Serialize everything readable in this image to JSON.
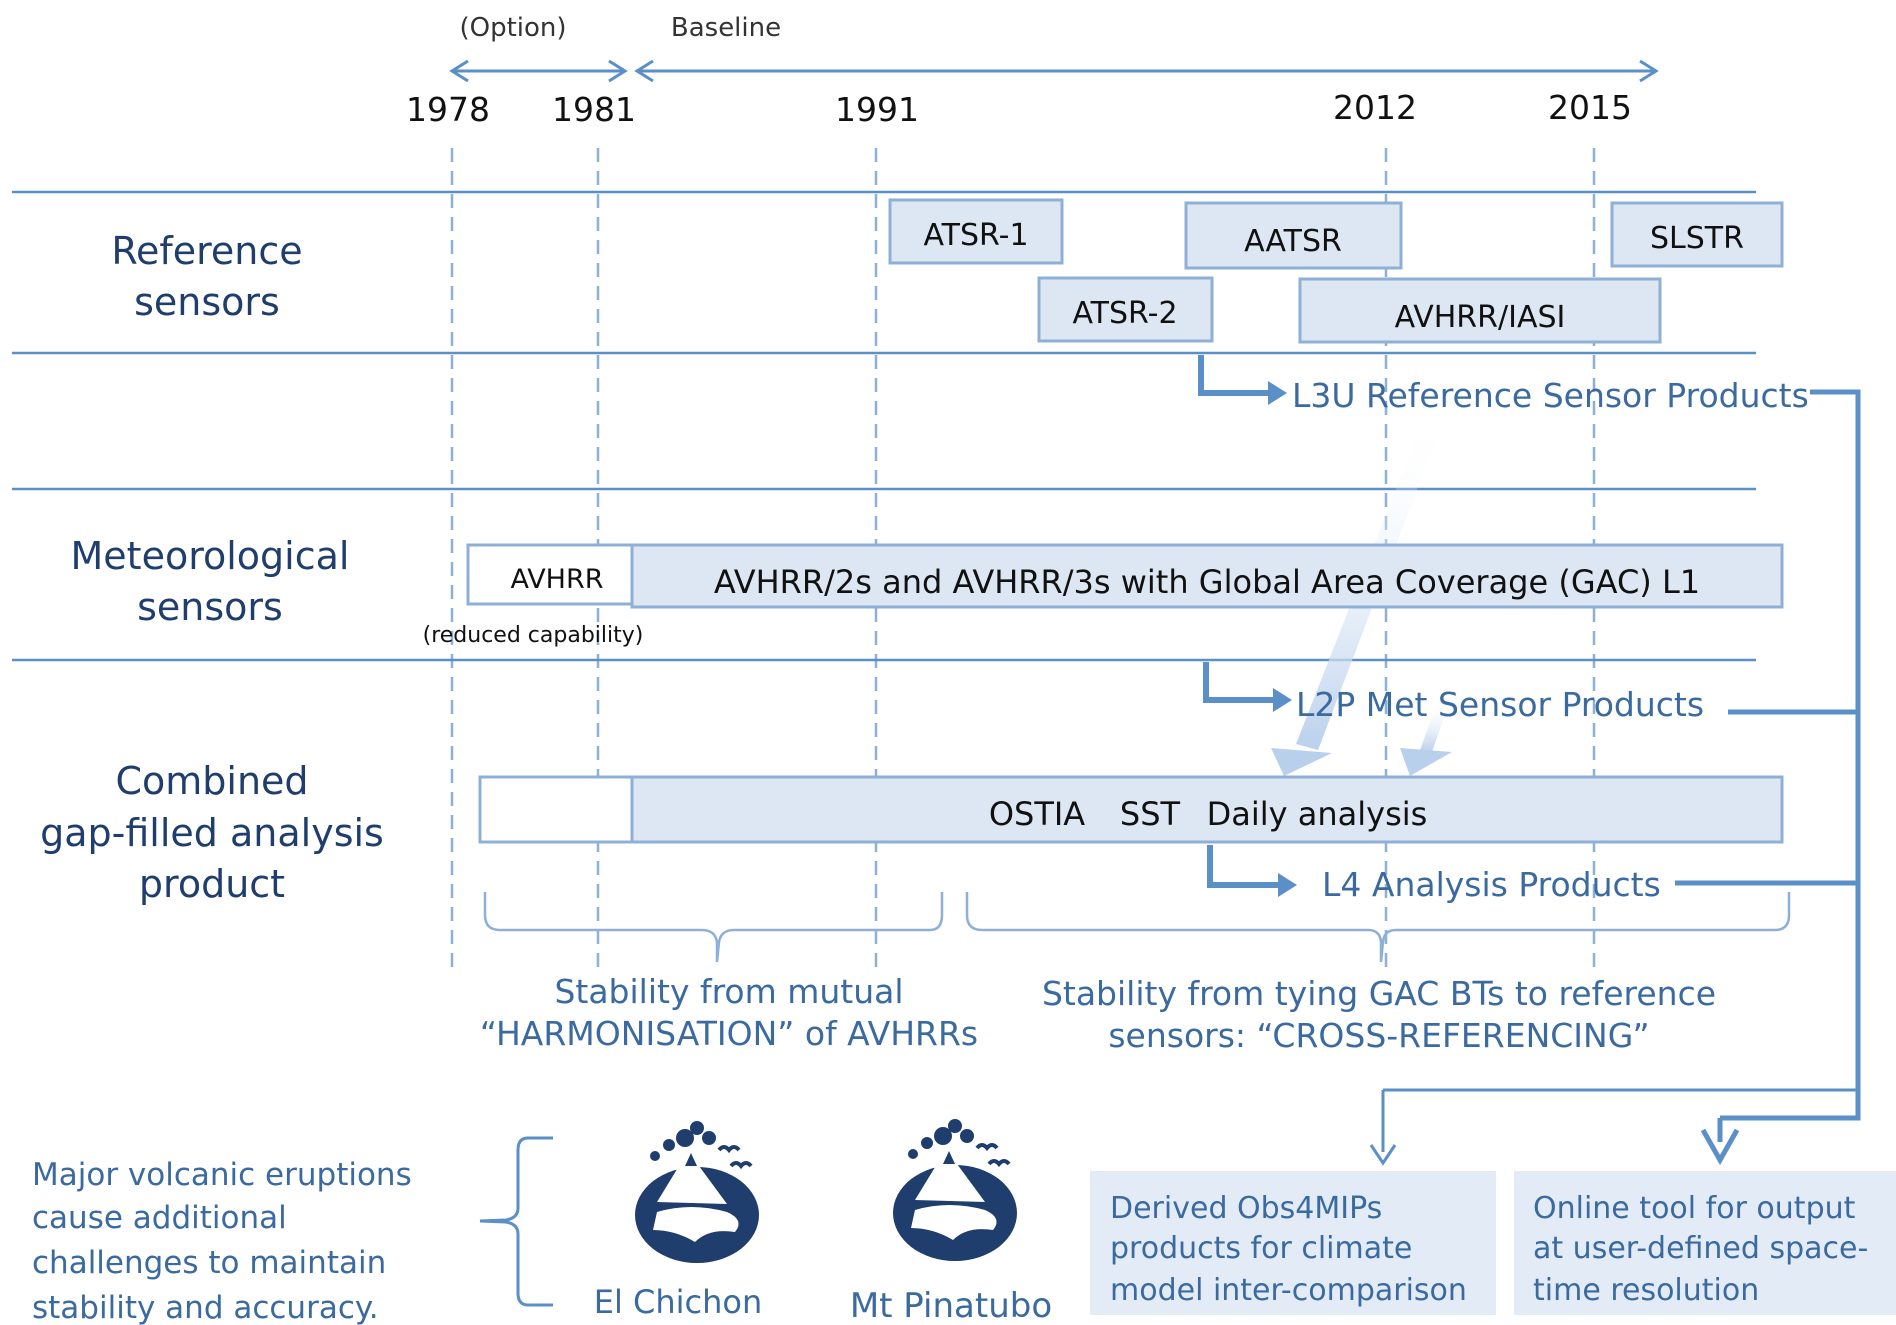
{
  "timeline": {
    "option_label": "(Option)",
    "baseline_label": "Baseline",
    "years": [
      "1978",
      "1981",
      "1991",
      "2012",
      "2015"
    ]
  },
  "rows": {
    "reference": {
      "label_line1": "Reference",
      "label_line2": "sensors"
    },
    "meteorological": {
      "label_line1": "Meteorological",
      "label_line2": "sensors"
    },
    "combined": {
      "label_line1": "Combined",
      "label_line2": "gap-filled analysis",
      "label_line3": "product"
    }
  },
  "sensors": {
    "atsr1": "ATSR-1",
    "aatsr": "AATSR",
    "slstr": "SLSTR",
    "atsr2": "ATSR-2",
    "avhrr_iasi": "AVHRR/IASI"
  },
  "products": {
    "l3u": "L3U Reference Sensor Products",
    "l2p": "L2P Met Sensor Products",
    "l4": "L4 Analysis Products"
  },
  "bars": {
    "avhrr": "AVHRR",
    "reduced": "(reduced capability)",
    "gac": "AVHRR/2s and AVHRR/3s with Global Area Coverage (GAC) L1",
    "ostia_1": "OSTIA",
    "ostia_2": "SST",
    "ostia_3": "Daily analysis"
  },
  "stability": {
    "harmonisation_line1": "Stability from mutual",
    "harmonisation_line2": "“HARMONISATION” of AVHRRs",
    "crossref_line1": "Stability from tying GAC BTs to reference",
    "crossref_line2": "sensors: “CROSS-REFERENCING”"
  },
  "volcanic": {
    "line1": "Major volcanic eruptions",
    "line2": "cause additional",
    "line3": "challenges to maintain",
    "line4": "stability and accuracy.",
    "el_chichon": "El Chichon",
    "pinatubo": "Mt Pinatubo"
  },
  "outputs": {
    "obs4mips_line1": "Derived Obs4MIPs",
    "obs4mips_line2": "products for climate",
    "obs4mips_line3": "model inter-comparison",
    "online_line1": "Online tool for output",
    "online_line2": "at user-defined space-",
    "online_line3": "time resolution"
  },
  "colors": {
    "accent": "#5b8fc7",
    "dark_blue": "#1f3e6e",
    "box_fill": "#dce7f3",
    "box_stroke": "#8eb0d6",
    "output_fill": "#e3ecf6"
  }
}
